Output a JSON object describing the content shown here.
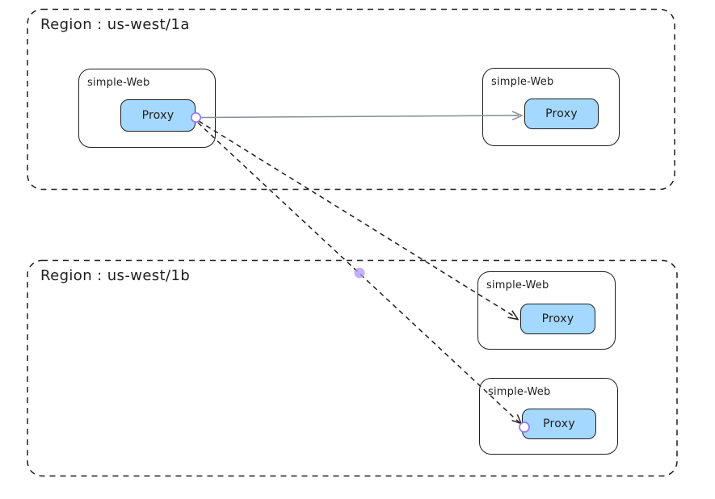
{
  "regions": [
    {
      "id": "us-west-1a",
      "label": "Region : us-west/1a"
    },
    {
      "id": "us-west-1b",
      "label": "Region : us-west/1b"
    }
  ],
  "nodes": [
    {
      "id": "simple-web-1a-left",
      "region": "us-west-1a",
      "label": "simple-Web",
      "proxy_label": "Proxy"
    },
    {
      "id": "simple-web-1a-right",
      "region": "us-west-1a",
      "label": "simple-Web",
      "proxy_label": "Proxy"
    },
    {
      "id": "simple-web-1b-top",
      "region": "us-west-1b",
      "label": "simple-Web",
      "proxy_label": "Proxy"
    },
    {
      "id": "simple-web-1b-bottom",
      "region": "us-west-1b",
      "label": "simple-Web",
      "proxy_label": "Proxy"
    }
  ],
  "edges": [
    {
      "id": "edge-solid",
      "from": "proxy-1a-left",
      "to": "proxy-1a-right",
      "style": "solid",
      "color": "#868e96",
      "end": "arrowhead",
      "start": "circle-connector"
    },
    {
      "id": "edge-dashed-1",
      "from": "proxy-1a-left",
      "to": "proxy-1b-top",
      "style": "dashed",
      "color": "#1e1e1e",
      "end": "arrowhead"
    },
    {
      "id": "edge-dashed-2",
      "from": "proxy-1a-left",
      "to": "proxy-1b-bottom",
      "style": "dashed",
      "color": "#1e1e1e",
      "end": "circle-connector",
      "midpoint_dot": true
    }
  ],
  "colors": {
    "background": "#ffffff",
    "stroke": "#1e1e1e",
    "proxy_fill": "#a5d8ff",
    "solid_edge": "#868e96",
    "connector_ring": "#9775fa",
    "midpoint_dot": "#b197fc"
  }
}
